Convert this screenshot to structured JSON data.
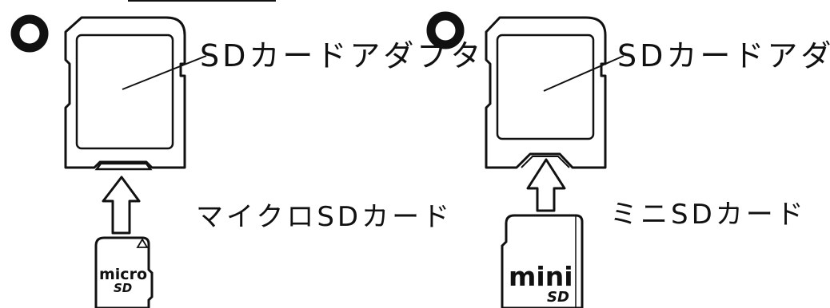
{
  "panels": [
    {
      "status_symbol": "circle-ok",
      "adapter_label": "SDカードアダプタ",
      "card_label": "マイクロSDカード",
      "card_logo_top": "micro",
      "card_logo_bottom": "SD"
    },
    {
      "status_symbol": "circle-ok",
      "adapter_label": "SDカードアダプタ",
      "card_label": "ミニSDカード",
      "card_logo_top": "mini",
      "card_logo_bottom": "SD"
    }
  ],
  "colors": {
    "ink": "#111111",
    "background": "#ffffff"
  }
}
